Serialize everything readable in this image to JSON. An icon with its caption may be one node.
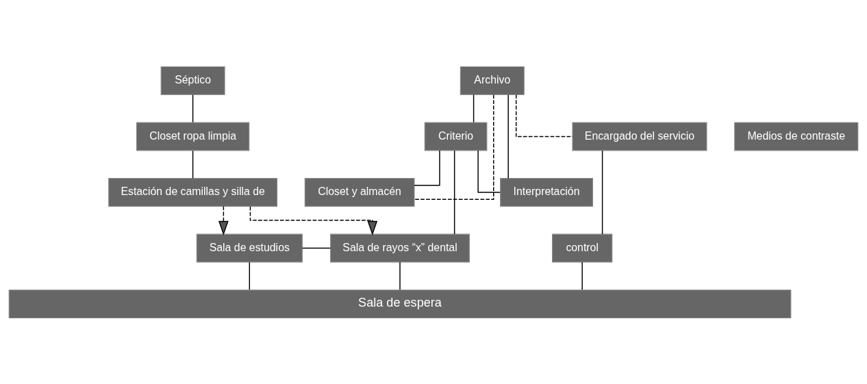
{
  "diagram": {
    "nodes": [
      {
        "text": [
          "Séptico"
        ]
      },
      {
        "text": [
          "Archivo"
        ]
      },
      {
        "text": [
          "Interpretación"
        ]
      },
      {
        "text": [
          "Closet y almacén"
        ]
      },
      {
        "text": [
          "Estación de camillas y silla de"
        ]
      },
      {
        "text": [
          "Closet ropa limpia"
        ]
      },
      {
        "text": [
          "Criterio"
        ]
      },
      {
        "text": [
          "Encargado del servicio"
        ]
      },
      {
        "text": [
          "Medios de contraste"
        ]
      },
      {
        "text": [
          "Sala de estudios"
        ]
      },
      {
        "text": [
          "Sala de rayos “x” dental"
        ]
      },
      {
        "text": [
          "control"
        ]
      },
      {
        "text": [
          "Sala de espera"
        ]
      }
    ],
    "edges": [
      {
        "from": 0,
        "to": 5,
        "arrow": "none"
      },
      {
        "from": 4,
        "to": 5,
        "arrow": "none"
      },
      {
        "from": 1,
        "to": 2,
        "arrow": "none"
      },
      {
        "from": 2,
        "to": 6,
        "arrow": "none"
      },
      {
        "from": 1,
        "to": 6,
        "arrow": "none"
      },
      {
        "from": 6,
        "to": 3,
        "arrow": "none"
      },
      {
        "from": 1,
        "to": 3,
        "arrow": "none",
        "style": "dashed"
      },
      {
        "from": 1,
        "to": 7,
        "arrow": "none",
        "style": "dashed"
      },
      {
        "from": 4,
        "to": 9,
        "arrow": "to",
        "style": "dashed"
      },
      {
        "from": 4,
        "to": 10,
        "arrow": "to",
        "style": "dashed"
      },
      {
        "from": 9,
        "to": 10,
        "arrow": "none"
      },
      {
        "from": 6,
        "to": 10,
        "arrow": "none"
      },
      {
        "from": 7,
        "to": 11,
        "arrow": "none"
      },
      {
        "from": 9,
        "to": 12,
        "arrow": "none"
      },
      {
        "from": 10,
        "to": 12,
        "arrow": "none"
      },
      {
        "from": 11,
        "to": 12,
        "arrow": "none"
      }
    ]
  }
}
